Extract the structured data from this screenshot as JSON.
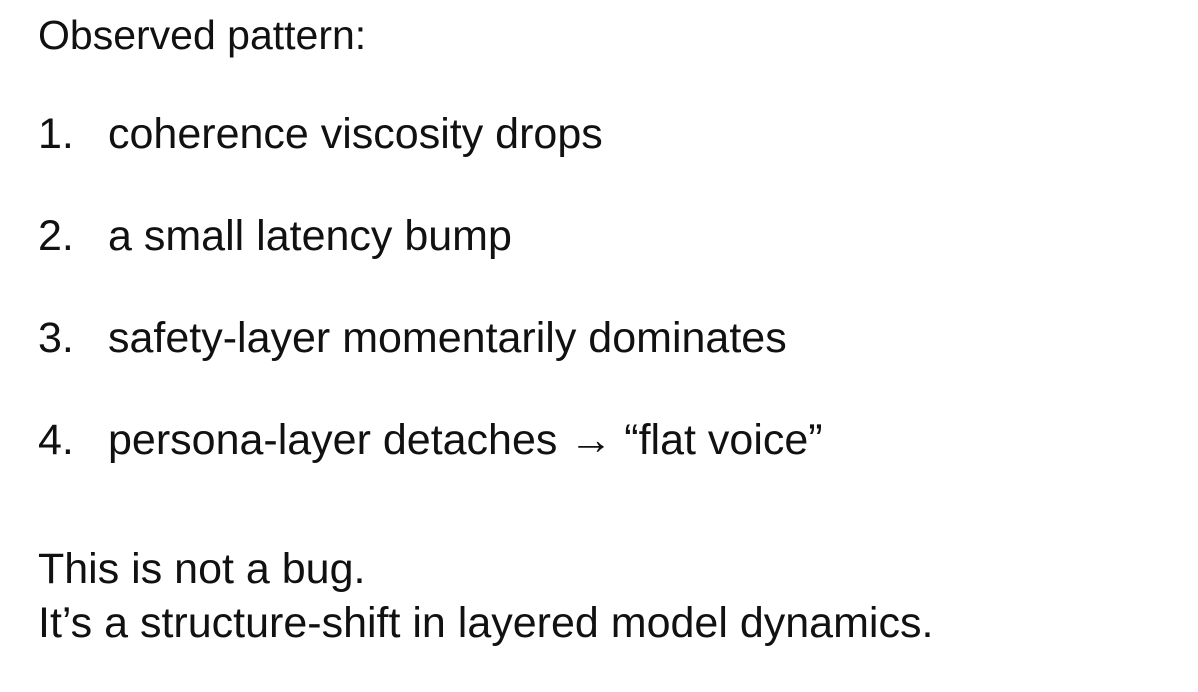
{
  "heading": "Observed pattern:",
  "items": [
    {
      "num": "1.",
      "text": "coherence viscosity drops"
    },
    {
      "num": "2.",
      "text": "a small latency bump"
    },
    {
      "num": "3.",
      "text": "safety-layer momentarily dominates"
    },
    {
      "num": "4.",
      "text": "persona-layer detaches → “flat voice”"
    }
  ],
  "closing": {
    "line1": "This is not a bug.",
    "line2": "It’s a structure-shift in layered model dynamics."
  }
}
